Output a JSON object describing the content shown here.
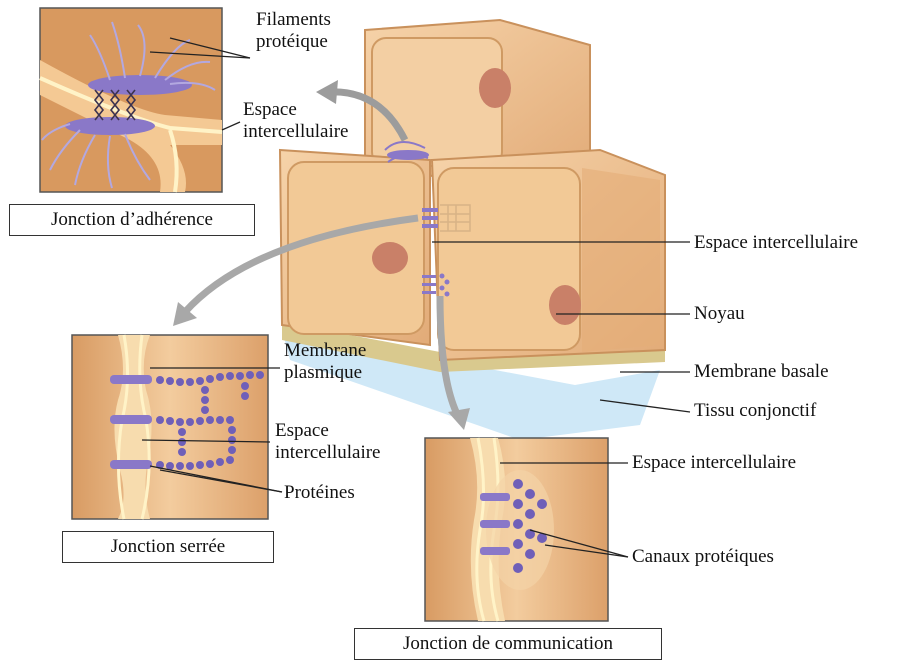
{
  "labels": {
    "filaments_line1": "Filaments",
    "filaments_line2": "protéique",
    "espace_top_line1": "Espace",
    "espace_top_line2": "intercellulaire",
    "espace_right": "Espace intercellulaire",
    "noyau": "Noyau",
    "membrane_basale": "Membrane basale",
    "tissu_conjonctif": "Tissu conjonctif",
    "membrane_plasmique_line1": "Membrane",
    "membrane_plasmique_line2": "plasmique",
    "espace_mid_line1": "Espace",
    "espace_mid_line2": "intercellulaire",
    "proteines": "Protéines",
    "espace_gap": "Espace intercellulaire",
    "canaux": "Canaux protéiques"
  },
  "captions": {
    "adherence": "Jonction d’adhérence",
    "serree": "Jonction serrée",
    "communication": "Jonction de communication"
  },
  "colors": {
    "cell": "#f1c79a",
    "cell_dark": "#d9a06c",
    "nucleus": "#c98068",
    "protein": "#8a78c8",
    "connective": "#bfe1f5"
  }
}
